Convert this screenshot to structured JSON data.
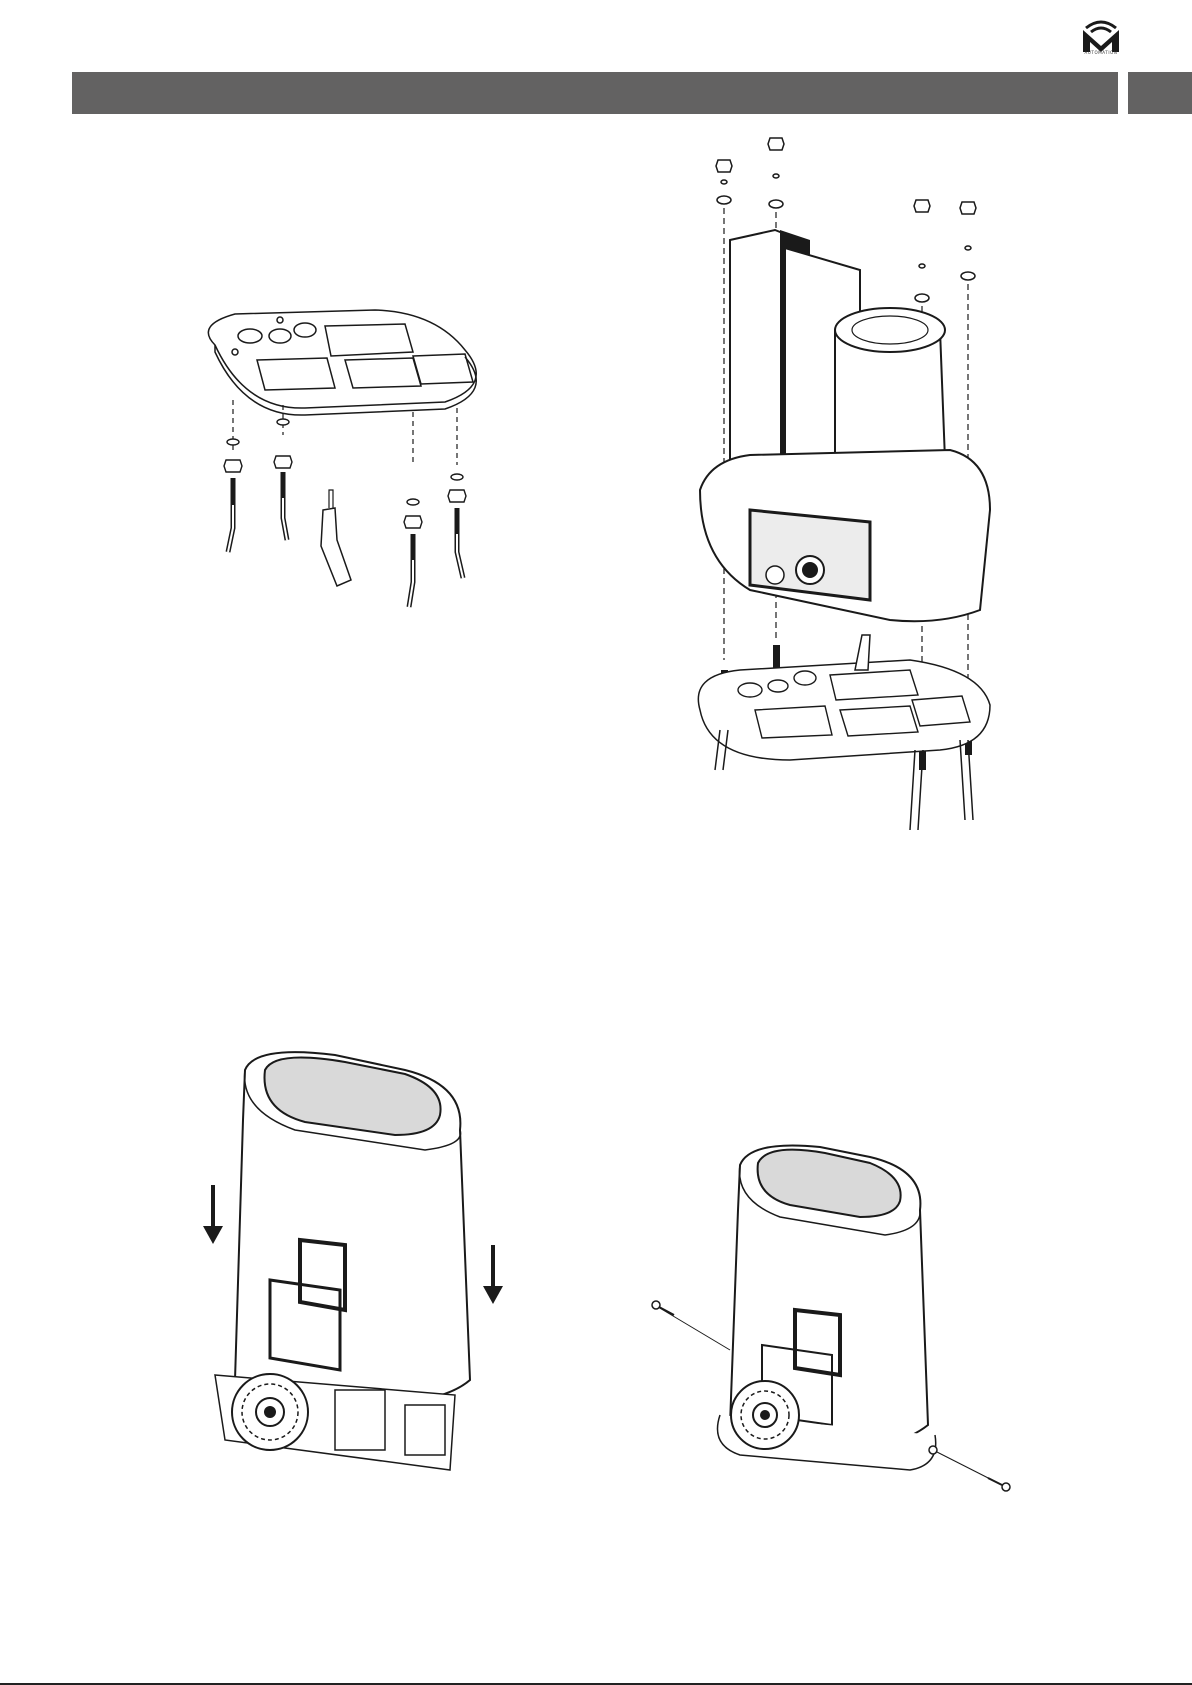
{
  "brand": {
    "logo_text": "AUTOMATION",
    "icon": "m-wifi-logo-icon"
  },
  "header": {
    "title": "",
    "page_tab": ""
  },
  "figures": [
    {
      "id": "base-plate-anchors",
      "icon": "foundation-plate-illustration"
    },
    {
      "id": "motor-mount-exploded",
      "icon": "motor-exploded-illustration"
    },
    {
      "id": "cover-lowering",
      "icon": "cover-install-illustration"
    },
    {
      "id": "cover-screws",
      "icon": "cover-screw-illustration"
    }
  ],
  "colors": {
    "header_bar": "#636262",
    "line": "#1a1a1a",
    "shade": "#d9d9d9"
  }
}
